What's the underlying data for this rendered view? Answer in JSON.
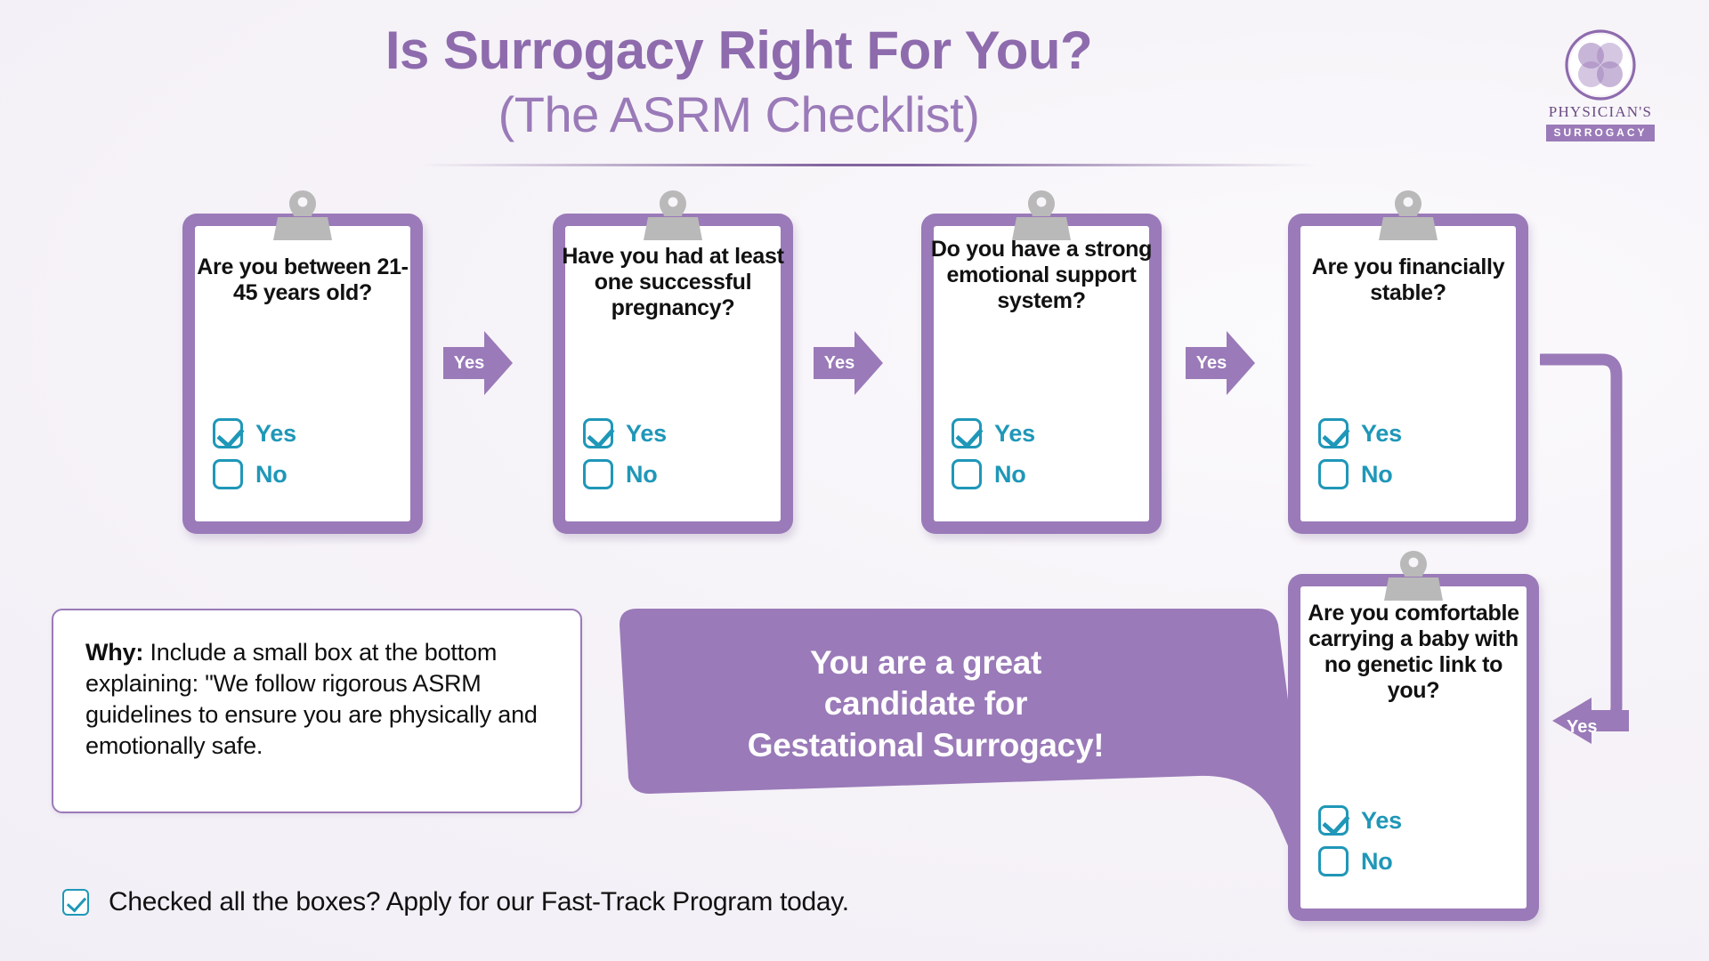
{
  "header": {
    "title_line1": "Is Surrogacy Right For You?",
    "title_line2": "(The ASRM Checklist)"
  },
  "logo": {
    "mark_name": "four-petal-circle-logo",
    "brand_primary": "PHYSICIAN'S",
    "brand_secondary": "SURROGACY"
  },
  "colors": {
    "purple": "#9a7ab8",
    "purple_dark": "#8e6bad",
    "teal": "#1f97b8",
    "clip_gray": "#b9b9b9",
    "background": "#f4f1f7"
  },
  "clipboards": [
    {
      "question": "Are you between 21-45 years old?",
      "options": [
        {
          "label": "Yes",
          "checked": true
        },
        {
          "label": "No",
          "checked": false
        }
      ]
    },
    {
      "question": "Have you had at least one successful pregnancy?",
      "options": [
        {
          "label": "Yes",
          "checked": true
        },
        {
          "label": "No",
          "checked": false
        }
      ]
    },
    {
      "question": "Do you have a strong emotional support system?",
      "options": [
        {
          "label": "Yes",
          "checked": true
        },
        {
          "label": "No",
          "checked": false
        }
      ]
    },
    {
      "question": "Are you financially stable?",
      "options": [
        {
          "label": "Yes",
          "checked": true
        },
        {
          "label": "No",
          "checked": false
        }
      ]
    },
    {
      "question": "Are you comfortable carrying a baby with no genetic link to you?",
      "options": [
        {
          "label": "Yes",
          "checked": true
        },
        {
          "label": "No",
          "checked": false
        }
      ]
    }
  ],
  "arrows": {
    "a1": "Yes",
    "a2": "Yes",
    "a3": "Yes",
    "connector": "Yes"
  },
  "why_box": {
    "label": "Why:",
    "body": " Include a small box at the bottom explaining: \"We follow rigorous ASRM guidelines to ensure you are physically and emotionally safe."
  },
  "bubble": {
    "line1": "You are a great",
    "line2": "candidate for",
    "line3": "Gestational Surrogacy!"
  },
  "cta": {
    "text": "Checked all the boxes? Apply for our Fast-Track Program today."
  }
}
